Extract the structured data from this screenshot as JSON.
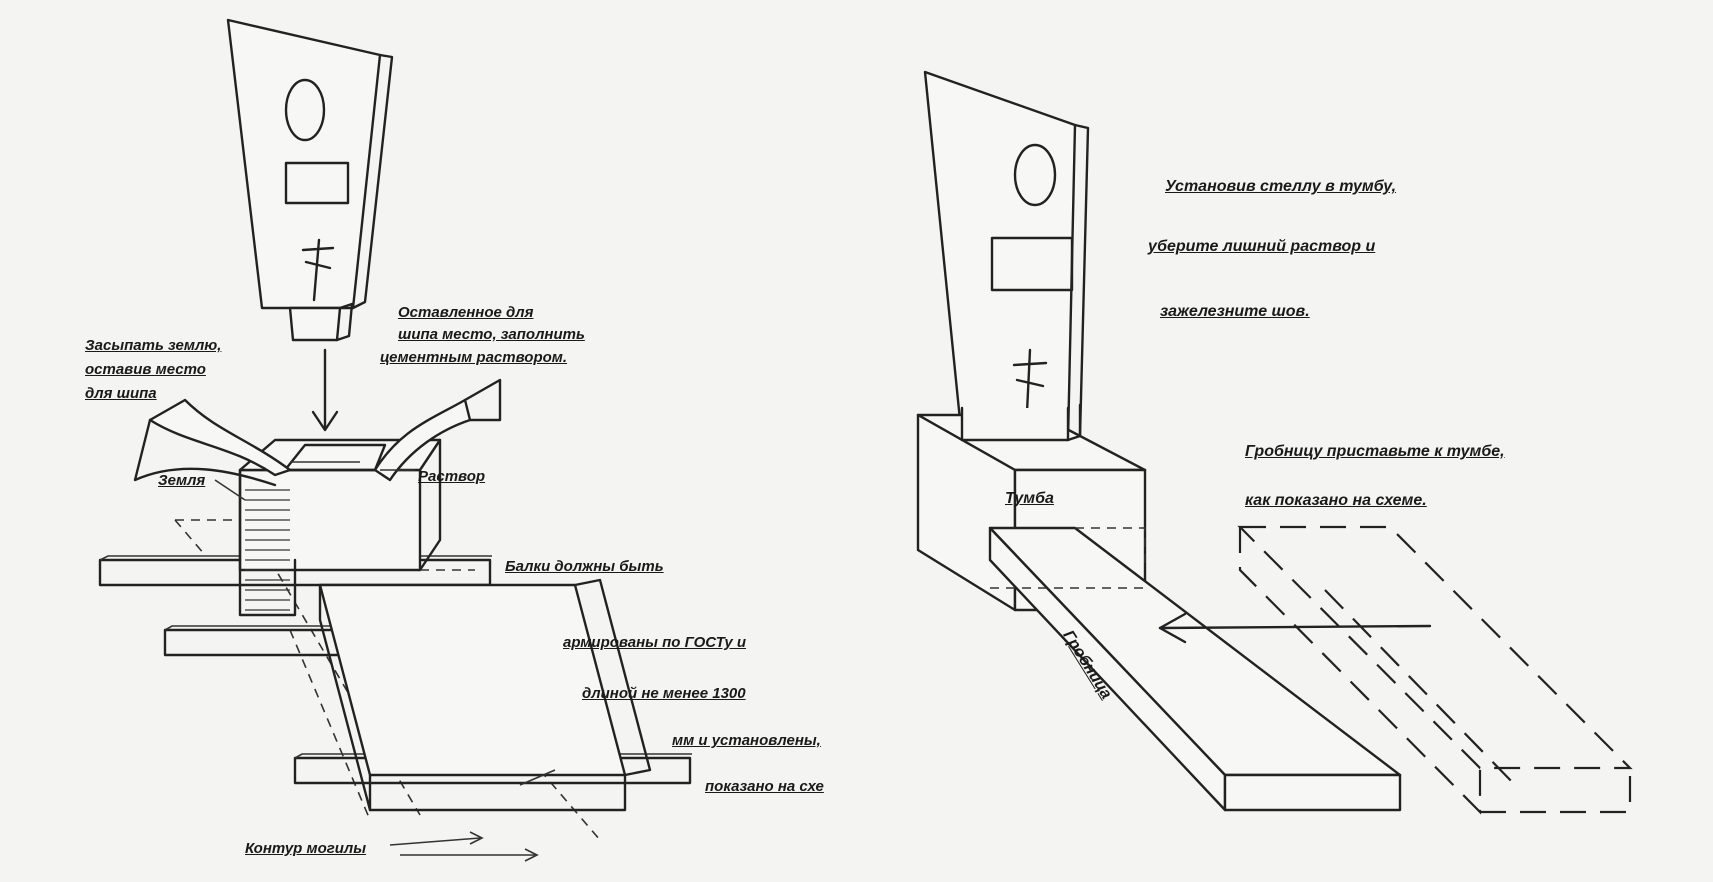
{
  "labels": {
    "left": {
      "leftover_space": "Оставленное для",
      "leftover_space_2": "шипа место, заполнить",
      "leftover_space_3": "цементным раствором.",
      "fill_earth": "Засыпать землю,",
      "fill_earth_2": "оставив место",
      "fill_earth_3": "для шипа",
      "earth": "Земля",
      "mortar": "Раствор",
      "beams_1": "Балки должны быть",
      "beams_2": "армированы по ГОСТу и",
      "beams_3": "длиной не менее 1300",
      "beams_4": "мм и установлены,",
      "beams_5": "показано на схе",
      "grave_outline": "Контур могилы"
    },
    "right": {
      "install_1": "Установив стеллу в тумбу,",
      "install_2": "уберите лишний раствор и",
      "install_3": "зажелезните шов.",
      "tomb_1": "Гробницу приставьте к тумбе,",
      "tomb_2": "как показано на схеме.",
      "pedestal": "Тумба",
      "tomb": "Гробница"
    }
  },
  "colors": {
    "paper": "#f4f4f2",
    "ink": "#222222"
  },
  "icons": {
    "stele_symbols": [
      "oval-portrait-icon",
      "plaque-rect-icon",
      "orthodox-cross-icon"
    ]
  }
}
